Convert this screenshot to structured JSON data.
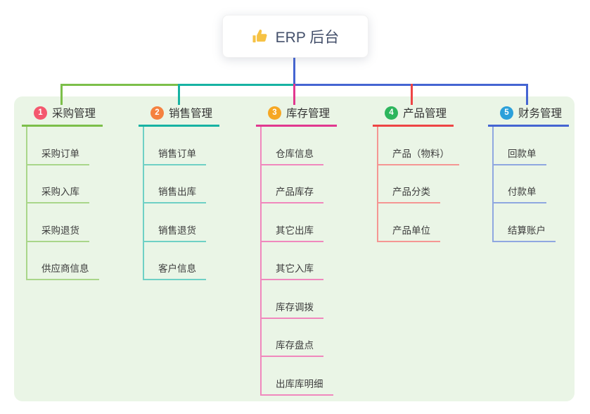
{
  "root": {
    "label": "ERP 后台",
    "icon": "thumbs-up-icon",
    "icon_color": "#f6c244",
    "connector_color": "#4565d2"
  },
  "panel": {
    "background": "#eaf5e6"
  },
  "branches": [
    {
      "badge": "1",
      "title": "采购管理",
      "badge_color": "#f4586e",
      "line_color": "#7cbf4a",
      "sub_line_color": "#a9d68a",
      "items": [
        "采购订单",
        "采购入库",
        "采购退货",
        "供应商信息"
      ]
    },
    {
      "badge": "2",
      "title": "销售管理",
      "badge_color": "#f5813f",
      "line_color": "#17b3a3",
      "sub_line_color": "#6fd0c5",
      "items": [
        "销售订单",
        "销售出库",
        "销售退货",
        "客户信息"
      ]
    },
    {
      "badge": "3",
      "title": "库存管理",
      "badge_color": "#f6a723",
      "line_color": "#e1388f",
      "sub_line_color": "#f088bd",
      "items": [
        "仓库信息",
        "产品库存",
        "其它出库",
        "其它入库",
        "库存调拨",
        "库存盘点",
        "出库库明细"
      ]
    },
    {
      "badge": "4",
      "title": "产品管理",
      "badge_color": "#2db55d",
      "line_color": "#ee4545",
      "sub_line_color": "#f59693",
      "items": [
        "产品（物料）",
        "产品分类",
        "产品单位"
      ]
    },
    {
      "badge": "5",
      "title": "财务管理",
      "badge_color": "#2ba0da",
      "line_color": "#4565d2",
      "sub_line_color": "#8fa7e0",
      "items": [
        "回款单",
        "付款单",
        "结算账户"
      ]
    }
  ]
}
